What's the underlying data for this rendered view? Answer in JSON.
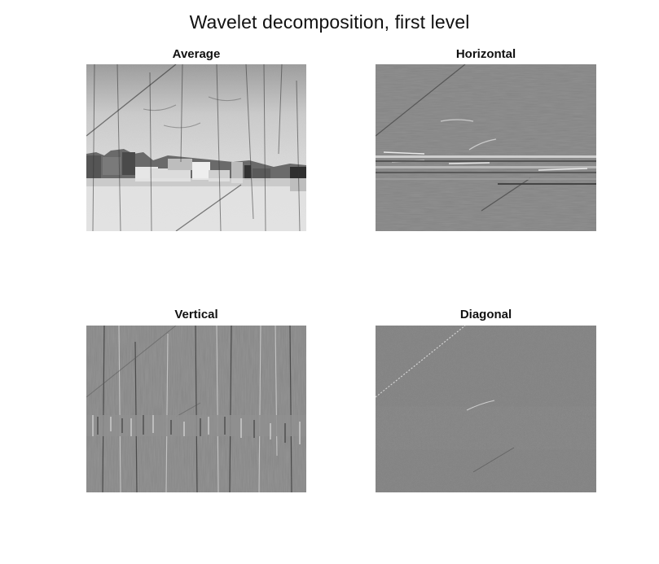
{
  "figure": {
    "title": "Wavelet decomposition, first level"
  },
  "panels": [
    {
      "title": "Average"
    },
    {
      "title": "Horizontal"
    },
    {
      "title": "Vertical"
    },
    {
      "title": "Diagonal"
    }
  ],
  "colors": {
    "background": "#ffffff",
    "detail_gray": "#808080",
    "average_light": "#d8d8d8",
    "average_dark": "#3a3a3a"
  }
}
